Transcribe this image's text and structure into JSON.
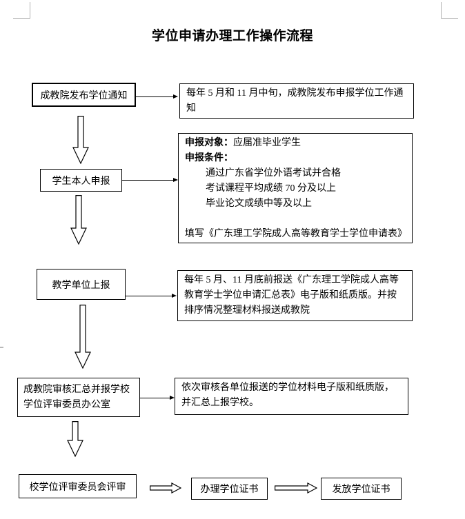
{
  "page": {
    "title": "学位申请办理工作操作流程"
  },
  "flow": {
    "step1": {
      "label": "成教院发布学位通知"
    },
    "step2": {
      "label": "学生本人申报"
    },
    "step3": {
      "label": "教学单位上报"
    },
    "step4": {
      "lines": [
        "成教院审核汇总并报学校",
        "学位评审委员办公室"
      ]
    },
    "step5": {
      "label": "校学位评审委员会评审"
    },
    "step6": {
      "label": "办理学位证书"
    },
    "step7": {
      "label": "发放学位证书"
    }
  },
  "notes": {
    "note1": "每年 5 月和 11 月中旬，成教院发布申报学位工作通知",
    "note2": {
      "target_label": "申报对象：",
      "target_text": "应届准毕业学生",
      "condition_label": "申报条件：",
      "conditions": [
        "通过广东省学位外语考试并合格",
        "考试课程平均成绩 70 分及以上",
        "毕业论文成绩中等及以上"
      ],
      "footer": "填写《广东理工学院成人高等教育学士学位申请表》"
    },
    "note3": "每年 5 月、11 月底前报送《广东理工学院成人高等教育学士学位申请汇总表》电子版和纸质版。并按排序情况整理材料报送成教院",
    "note4": "依次审核各单位报送的学位材料电子版和纸质版，并汇总上报学校。"
  },
  "icons": {
    "hollow_down_arrow": "hollow-down-arrow",
    "hollow_right_arrow": "hollow-right-arrow",
    "thin_right_arrow": "thin-right-arrow"
  },
  "colors": {
    "background": "#ffffff",
    "text": "#000000",
    "box_border": "#000000",
    "margin_mark": "#b0b0b0"
  }
}
